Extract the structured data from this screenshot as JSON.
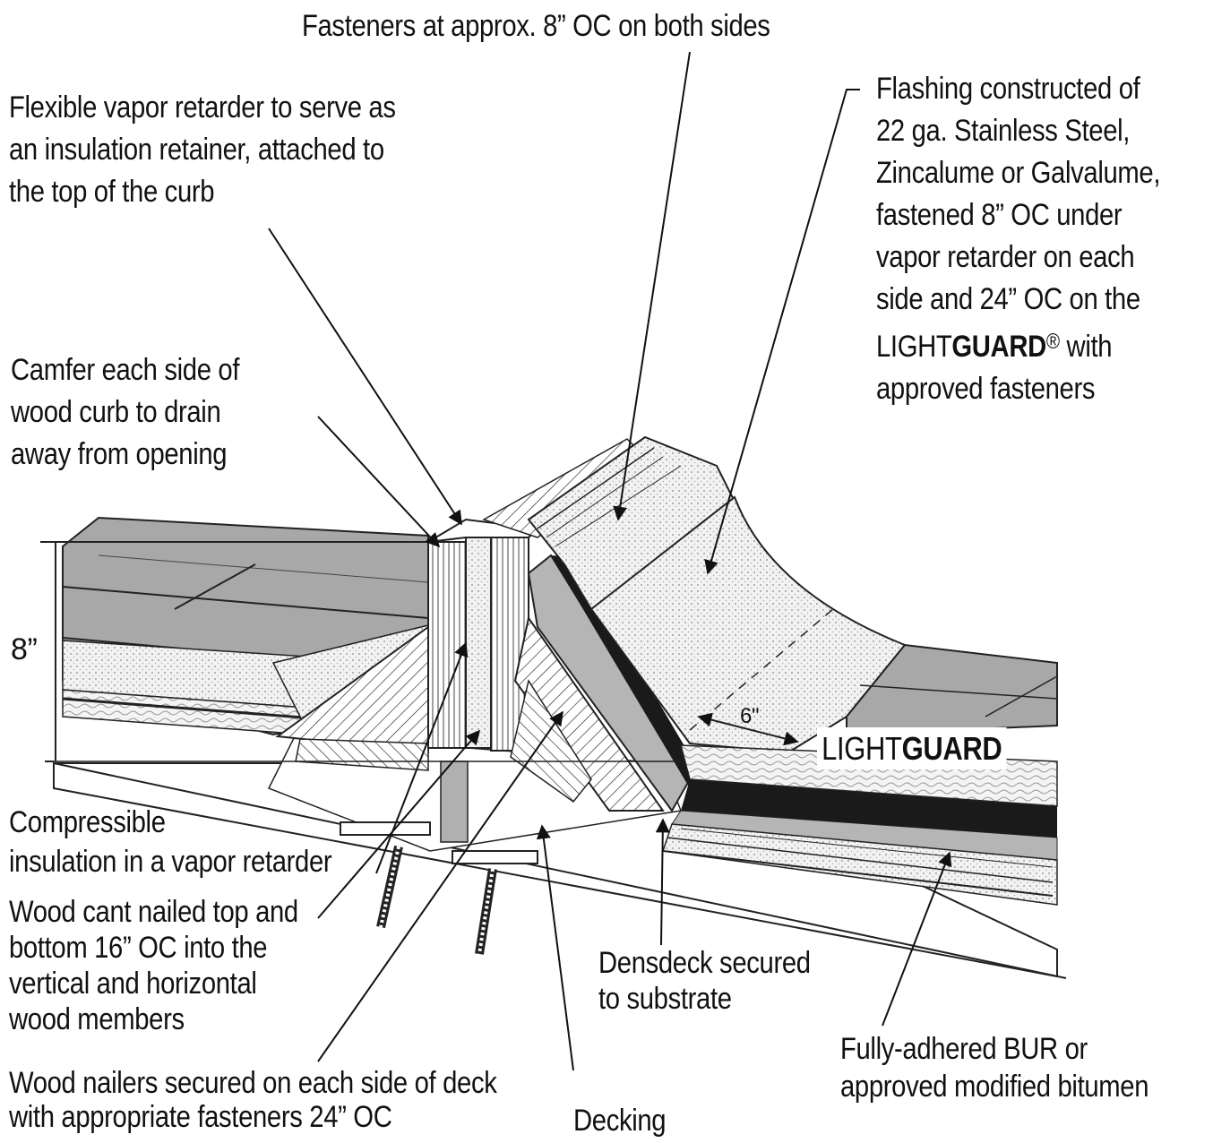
{
  "labels": {
    "fasteners_top": "Fasteners at approx. 8” OC on both sides",
    "vapor_retarder": [
      "Flexible vapor retarder to serve as",
      "an insulation retainer, attached to",
      "the top of the curb"
    ],
    "flashing": {
      "lines": [
        "Flashing constructed of",
        "22 ga. Stainless Steel,",
        "Zincalume or Galvalume,",
        "fastened 8” OC under",
        "vapor retarder on each",
        "side and 24” OC on the"
      ],
      "brand_prefix": "LIGHT",
      "brand_bold": "GUARD",
      "brand_mark": "®",
      "brand_suffix": " with",
      "last_line": "approved fasteners"
    },
    "camfer": [
      "Camfer each side of",
      "wood curb to drain",
      "away from opening"
    ],
    "eight_inch": "8”",
    "six_inch": "6\"",
    "lightguard": {
      "prefix": "LIGHT",
      "bold": "GUARD"
    },
    "compressible": [
      "Compressible",
      "insulation in a vapor retarder"
    ],
    "wood_cant": [
      "Wood cant nailed top and",
      "bottom 16” OC into the",
      "vertical and horizontal",
      "wood members"
    ],
    "wood_nailers": [
      "Wood nailers secured on each side of deck",
      "with appropriate fasteners 24” OC"
    ],
    "decking": "Decking",
    "densdeck": [
      "Densdeck secured",
      "to substrate"
    ],
    "bur": [
      "Fully-adhered BUR or",
      "approved modified bitumen"
    ]
  },
  "colors": {
    "ink": "#111111",
    "roof_surface": "#a8a8a8",
    "roof_surface_light": "#c4c4c4",
    "stipple": "#e6e6e6",
    "membrane_black": "#1a1a1a",
    "paper": "#ffffff"
  }
}
